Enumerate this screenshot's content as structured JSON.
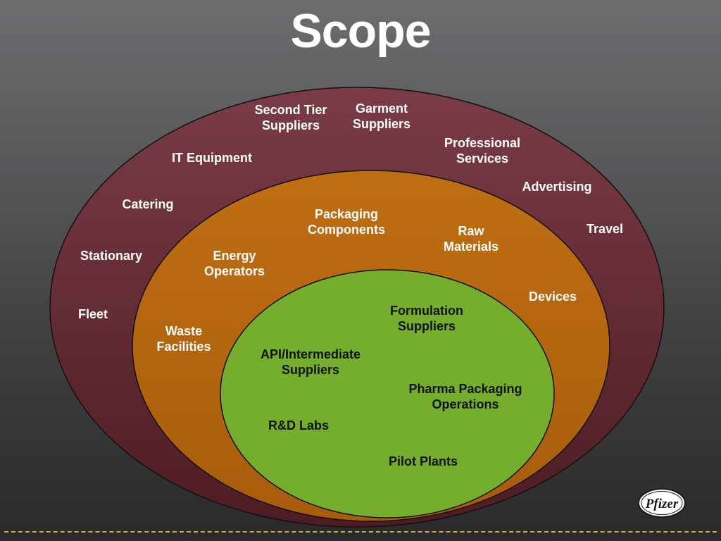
{
  "title": "Scope",
  "colors": {
    "outer_ring": "#6e2e3a",
    "middle_ring": "#b8680f",
    "inner_ring": "#75ad2c",
    "label_light": "#ffffff",
    "label_dark": "#111111",
    "dash_line": "#d2a63a"
  },
  "outer": {
    "second_tier": "Second Tier\nSuppliers",
    "garment": "Garment\nSuppliers",
    "it_equipment": "IT Equipment",
    "professional": "Professional\nServices",
    "advertising": "Advertising",
    "catering": "Catering",
    "travel": "Travel",
    "stationary": "Stationary",
    "fleet": "Fleet"
  },
  "middle": {
    "packaging": "Packaging\nComponents",
    "raw_materials": "Raw\nMaterials",
    "energy": "Energy\nOperators",
    "devices": "Devices",
    "waste": "Waste\nFacilities"
  },
  "inner": {
    "formulation": "Formulation\nSuppliers",
    "api": "API/Intermediate\nSuppliers",
    "pharma_packaging": "Pharma Packaging\nOperations",
    "rd_labs": "R&D Labs",
    "pilot_plants": "Pilot Plants"
  },
  "logo": {
    "text": "Pfizer",
    "icon": "pfizer-logo-icon"
  }
}
